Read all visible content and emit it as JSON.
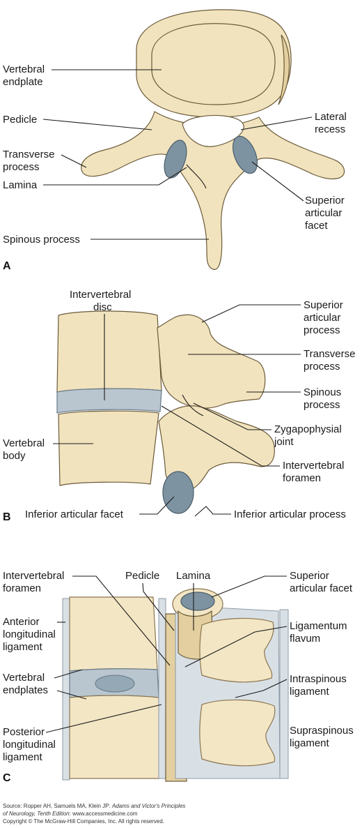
{
  "panels": {
    "a": {
      "letter": "A",
      "labels": {
        "vertebral_endplate": [
          "Vertebral",
          "endplate"
        ],
        "pedicle": [
          "Pedicle"
        ],
        "transverse_process": [
          "Transverse",
          "process"
        ],
        "lamina": [
          "Lamina"
        ],
        "spinous_process": [
          "Spinous process"
        ],
        "lateral_recess": [
          "Lateral",
          "recess"
        ],
        "superior_articular_facet": [
          "Superior",
          "articular",
          "facet"
        ]
      }
    },
    "b": {
      "letter": "B",
      "labels": {
        "intervertebral_disc": [
          "Intervertebral",
          "disc"
        ],
        "vertebral_body": [
          "Vertebral",
          "body"
        ],
        "superior_articular_process": [
          "Superior",
          "articular",
          "process"
        ],
        "transverse_process": [
          "Transverse",
          "process"
        ],
        "spinous_process": [
          "Spinous",
          "process"
        ],
        "zygapophysial_joint": [
          "Zygapophysial",
          "joint"
        ],
        "intervertebral_foramen": [
          "Intervertebral",
          "foramen"
        ],
        "inferior_articular_facet": [
          "Inferior articular facet"
        ],
        "inferior_articular_process": [
          "Inferior articular process"
        ]
      }
    },
    "c": {
      "letter": "C",
      "labels": {
        "intervertebral_foramen": [
          "Intervertebral",
          "foramen"
        ],
        "pedicle": [
          "Pedicle"
        ],
        "lamina": [
          "Lamina"
        ],
        "anterior_longitudinal_ligament": [
          "Anterior",
          "longitudinal",
          "ligament"
        ],
        "vertebral_endplates": [
          "Vertebral",
          "endplates"
        ],
        "posterior_longitudinal_ligament": [
          "Posterior",
          "longitudinal",
          "ligament"
        ],
        "superior_articular_facet": [
          "Superior",
          "articular facet"
        ],
        "ligamentum_flavum": [
          "Ligamentum",
          "flavum"
        ],
        "intraspinous_ligament": [
          "Intraspinous",
          "ligament"
        ],
        "supraspinous_ligament": [
          "Supraspinous",
          "ligament"
        ]
      }
    }
  },
  "source": {
    "prefix": "Source: Ropper AH, Samuels MA, Klein JP: ",
    "book_title_1": "Adams and Victor's Principles",
    "book_title_2": "of Neurology, Tenth Edition",
    "suffix": ": www.accessmedicine.com",
    "copyright": "Copyright © The McGraw-Hill Companies, Inc. All rights reserved."
  },
  "colors": {
    "bone": "#f1e3bd",
    "facet": "#7e93a1",
    "disc": "#b9c6cf",
    "ligament": "#d9e0e5"
  }
}
